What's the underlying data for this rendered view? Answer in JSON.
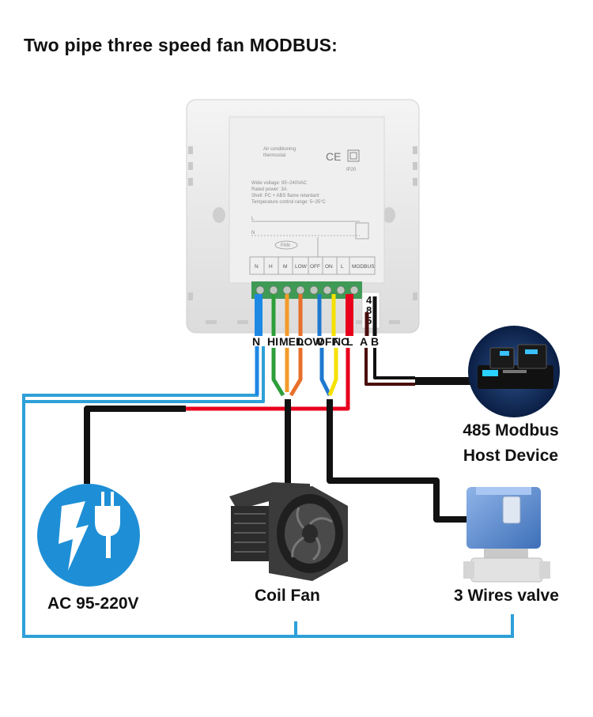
{
  "title": "Two pipe three speed fan MODBUS:",
  "thermostat": {
    "product_name_line1": "Air conditioning",
    "product_name_line2": "thermostat",
    "ce_mark": "CE",
    "ip_rating": "IP20",
    "spec_voltage": "Wide voltage: 95~240VAC",
    "spec_power": "Rated power: 3A",
    "spec_shell": "Shell: PC + ABS flame retardant",
    "spec_temp": "Temperature control range: 5~35°C",
    "schematic_l": "L",
    "schematic_n": "N",
    "schematic_fan": "FAN",
    "schematic_terminals": [
      "N",
      "H",
      "M",
      "LOW",
      "OFF",
      "ON",
      "L",
      "MODBUS"
    ],
    "port_label": "485"
  },
  "wire_labels": [
    "N",
    "HI",
    "MED",
    "LOW",
    "OFF",
    "NO",
    "L",
    "A",
    "B"
  ],
  "devices": {
    "power": "AC 95-220V",
    "fan": "Coil Fan",
    "valve": "3 Wires valve",
    "host_line1": "485 Modbus",
    "host_line2": "Host Device"
  },
  "colors": {
    "n_wire": "#1e88e5",
    "hi_wire": "#2e9e3a",
    "med_wire": "#f29b2a",
    "low_wire": "#e8702a",
    "off_wire": "#1e78d0",
    "no_wire": "#f5e100",
    "l_wire": "#e8001c",
    "bus_wire": "#4a0d0d",
    "black_wire": "#111111",
    "frame_line": "#2ea0d8",
    "power_icon": "#1e8fd6"
  },
  "icons": {
    "power": "lightning-plug-icon",
    "fan": "centrifugal-fan-icon",
    "valve": "motorized-valve-icon",
    "host": "server-devices-icon"
  }
}
